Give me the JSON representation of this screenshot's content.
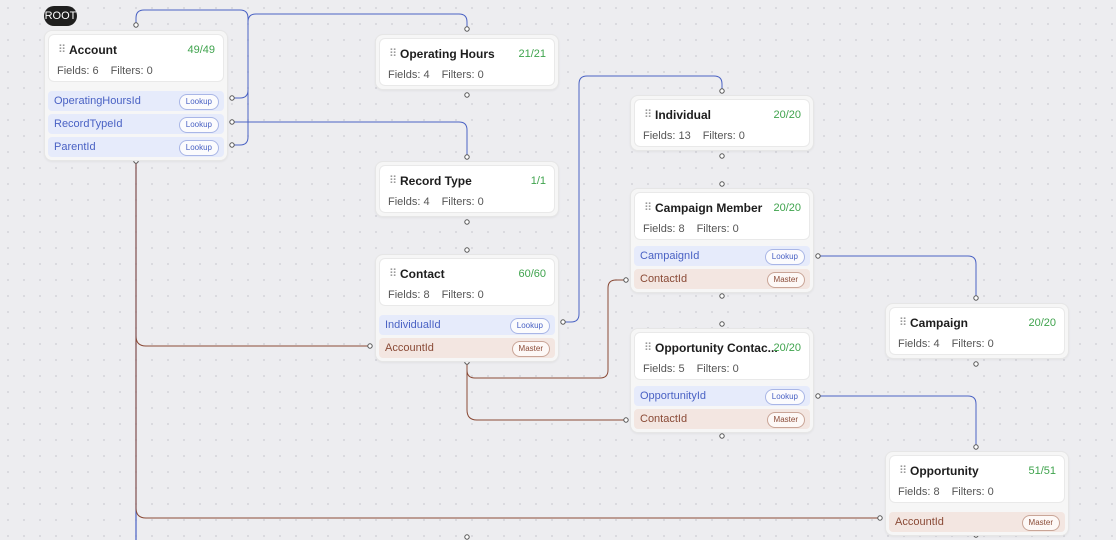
{
  "root_label": "ROOT",
  "nodes": {
    "account": {
      "title": "Account",
      "count": "49/49",
      "fields": "Fields: 6",
      "filters": "Filters: 0",
      "rows": [
        {
          "name": "OperatingHoursId",
          "type": "Lookup"
        },
        {
          "name": "RecordTypeId",
          "type": "Lookup"
        },
        {
          "name": "ParentId",
          "type": "Lookup"
        }
      ]
    },
    "operating_hours": {
      "title": "Operating Hours",
      "count": "21/21",
      "fields": "Fields: 4",
      "filters": "Filters: 0"
    },
    "record_type": {
      "title": "Record Type",
      "count": "1/1",
      "fields": "Fields: 4",
      "filters": "Filters: 0"
    },
    "contact": {
      "title": "Contact",
      "count": "60/60",
      "fields": "Fields: 8",
      "filters": "Filters: 0",
      "rows": [
        {
          "name": "IndividualId",
          "type": "Lookup"
        },
        {
          "name": "AccountId",
          "type": "Master"
        }
      ]
    },
    "individual": {
      "title": "Individual",
      "count": "20/20",
      "fields": "Fields: 13",
      "filters": "Filters: 0"
    },
    "campaign_member": {
      "title": "Campaign Member",
      "count": "20/20",
      "fields": "Fields: 8",
      "filters": "Filters: 0",
      "rows": [
        {
          "name": "CampaignId",
          "type": "Lookup"
        },
        {
          "name": "ContactId",
          "type": "Master"
        }
      ]
    },
    "opportunity_contact": {
      "title": "Opportunity Contac...",
      "count": "20/20",
      "fields": "Fields: 5",
      "filters": "Filters: 0",
      "rows": [
        {
          "name": "OpportunityId",
          "type": "Lookup"
        },
        {
          "name": "ContactId",
          "type": "Master"
        }
      ]
    },
    "campaign": {
      "title": "Campaign",
      "count": "20/20",
      "fields": "Fields: 4",
      "filters": "Filters: 0"
    },
    "opportunity": {
      "title": "Opportunity",
      "count": "51/51",
      "fields": "Fields: 8",
      "filters": "Filters: 0",
      "rows": [
        {
          "name": "AccountId",
          "type": "Master"
        }
      ]
    }
  },
  "colors": {
    "lookup_edge": "#4a62c4",
    "master_edge": "#8a4a36",
    "count_green": "#3fa34d"
  }
}
